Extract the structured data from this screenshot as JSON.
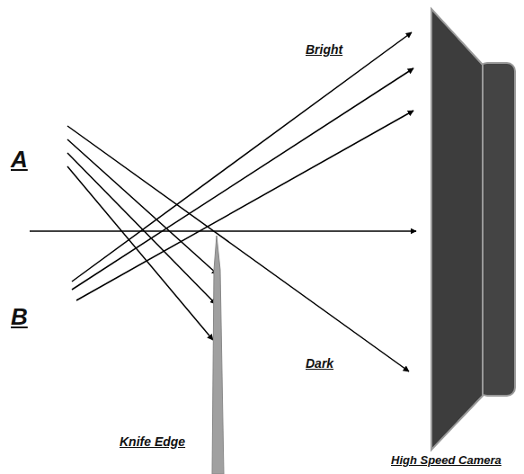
{
  "diagram": {
    "labels": [
      "A",
      "B",
      "Bright",
      "Dark",
      "Knife Edge",
      "High Speed Camera"
    ]
  }
}
